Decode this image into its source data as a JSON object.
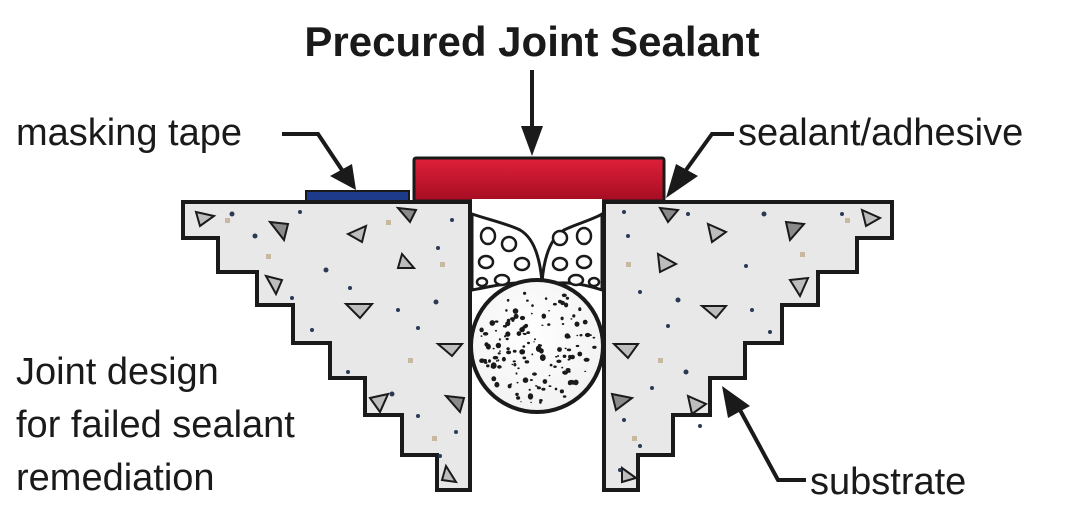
{
  "diagram": {
    "title": "Precured Joint Sealant",
    "labels": {
      "masking_tape": "masking tape",
      "sealant_adhesive": "sealant/adhesive",
      "substrate": "substrate",
      "joint_design_line1": "Joint design",
      "joint_design_line2": "for failed sealant",
      "joint_design_line3": "remediation"
    },
    "colors": {
      "precured_sealant": "#c8102e",
      "masking_tape": "#1e3a8a",
      "concrete": "#e8e8e8",
      "outline": "#1a1a1a"
    }
  }
}
